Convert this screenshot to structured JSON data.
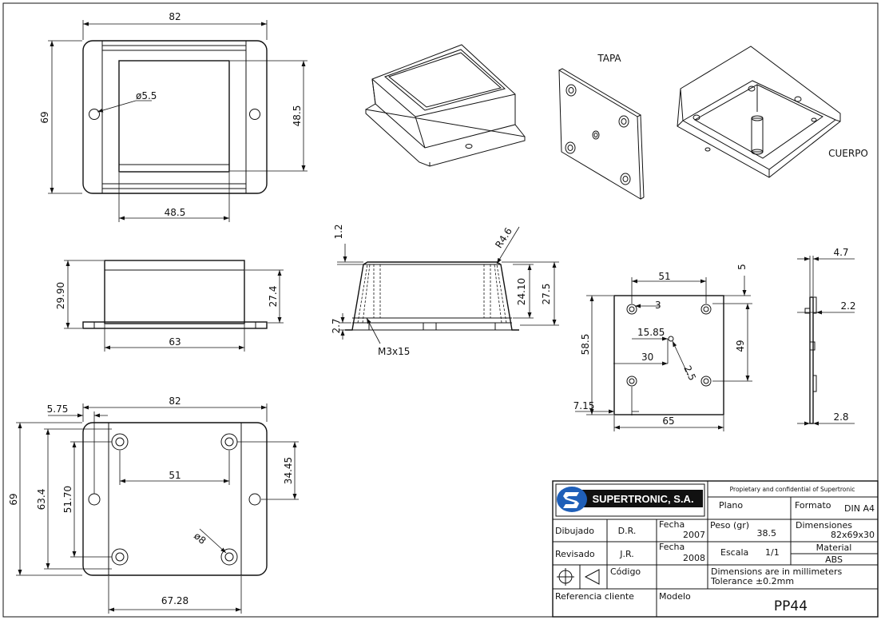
{
  "dimensions": {
    "top_width": "82",
    "top_height": "69",
    "top_hole": "ø5.5",
    "top_inner_height": "48.5",
    "top_inner_width": "48.5",
    "side_height": "29.90",
    "side_inner_height": "27.4",
    "side_width": "63",
    "sec_lid": "1.2",
    "sec_radius": "R4.6",
    "sec_h1": "24.10",
    "sec_h2": "27.5",
    "sec_base": "2.7",
    "sec_screw": "M3x15",
    "lid_top": "51",
    "lid_hole": "3",
    "lid_x1": "15.85",
    "lid_x2": "30",
    "lid_pin": "2.5",
    "lid_h": "58.5",
    "lid_v": "49",
    "lid_offset": "7.15",
    "lid_width": "65",
    "lid_top_offset": "5",
    "edge_top": "4.7",
    "edge_mid": "2.2",
    "edge_bottom": "2.8",
    "bot_width": "82",
    "bot_offset": "5.75",
    "bot_height": "69",
    "bot_h2": "63.4",
    "bot_h3": "51.70",
    "bot_span": "51",
    "bot_side": "34.45",
    "bot_boss": "ø8",
    "bot_inner": "67.28"
  },
  "labels": {
    "tapa": "TAPA",
    "cuerpo": "CUERPO"
  },
  "title_block": {
    "company": "SUPERTRONIC, S.A.",
    "confidential": "Propietary and confidential of Supertronic",
    "plano": "Plano",
    "formato_label": "Formato",
    "formato_value": "DIN A4",
    "dibujado": "Dibujado",
    "dibujado_by": "D.R.",
    "fecha1_label": "Fecha",
    "fecha1": "2007",
    "peso_label": "Peso (gr)",
    "peso": "38.5",
    "dimensiones_label": "Dimensiones",
    "dimensiones": "82x69x30",
    "revisado": "Revisado",
    "revisado_by": "J.R.",
    "fecha2_label": "Fecha",
    "fecha2": "2008",
    "escala_label": "Escala",
    "escala": "1/1",
    "material_label": "Material",
    "material": "ABS",
    "codigo": "Código",
    "units": "Dimensions are in millimeters",
    "tolerance": "Tolerance ±0.2mm",
    "referencia": "Referencia cliente",
    "modelo_label": "Modelo",
    "modelo": "PP44"
  },
  "colors": {
    "logo_blue": "#1f5fb8"
  }
}
